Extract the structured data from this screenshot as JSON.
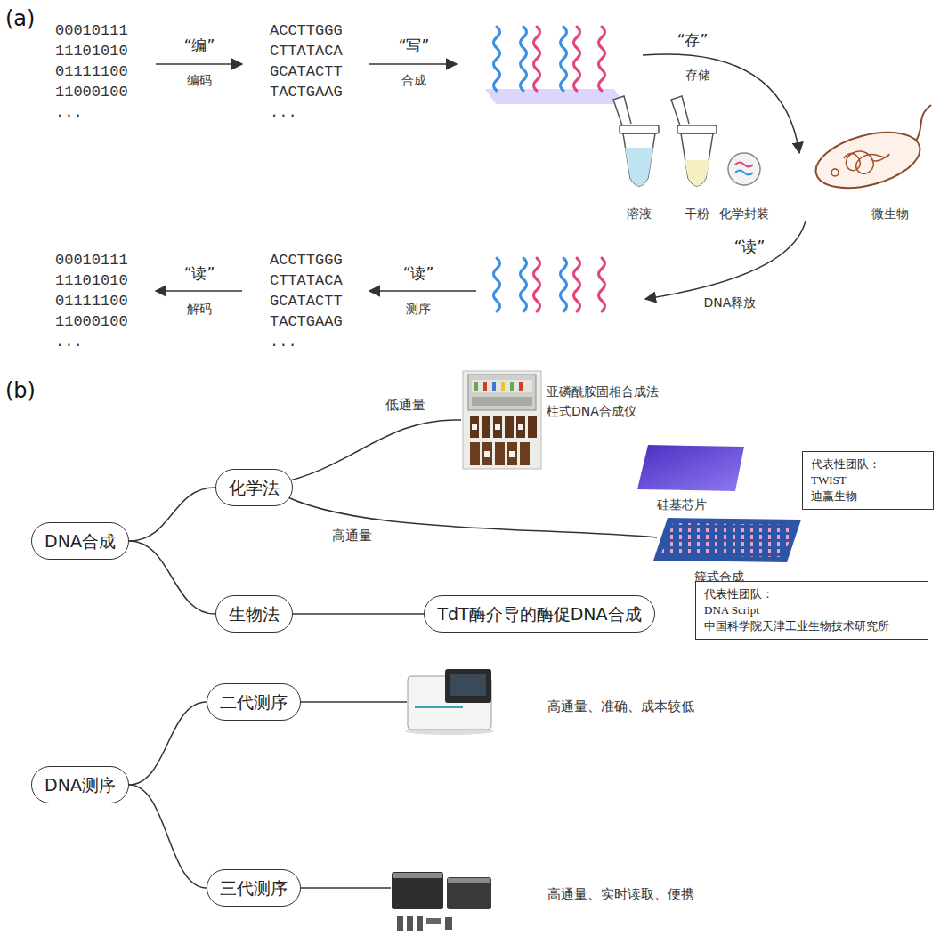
{
  "diagram": {
    "nodes": [
      {
        "text": [
          "DNA合成"
        ]
      },
      {
        "text": [
          "化学法"
        ]
      },
      {
        "text": [
          "代表性团队：",
          "TWIST",
          "迪赢生物"
        ]
      },
      {
        "text": [
          "生物法"
        ]
      },
      {
        "text": [
          "TdT酶介导的酶促DNA合成"
        ]
      },
      {
        "text": [
          "代表性团队：",
          "DNA Script",
          "中国科学院天津工业生物技术研究所"
        ]
      },
      {
        "text": [
          "DNA测序"
        ]
      },
      {
        "text": [
          "二代测序"
        ]
      },
      {
        "text": [
          "三代测序"
        ]
      }
    ],
    "edges": [
      {
        "from": 0,
        "to": 1,
        "arrow": "none"
      },
      {
        "from": 0,
        "to": 3,
        "arrow": "none"
      },
      {
        "from": 3,
        "to": 4,
        "arrow": "none"
      },
      {
        "from": 6,
        "to": 7,
        "arrow": "none"
      },
      {
        "from": 6,
        "to": 8,
        "arrow": "none"
      }
    ],
    "labels": [
      "(a)",
      "00010111",
      "11101010",
      "01111100",
      "11000100",
      "...",
      "“编”",
      "编码",
      "ACCTTGGG",
      "CTTATACA",
      "GCATACTT",
      "TACTGAAG",
      "...",
      "“写”",
      "合成",
      "“存”",
      "存储",
      "溶液",
      "干粉",
      "化学封装",
      "微生物",
      "“读”",
      "DNA释放",
      "00010111",
      "11101010",
      "01111100",
      "11000100",
      "...",
      "“读”",
      "解码",
      "ACCTTGGG",
      "CTTATACA",
      "GCATACTT",
      "TACTGAAG",
      "...",
      "“读”",
      "测序",
      "(b)",
      "亚磷酰胺固相合成法",
      "柱式DNA合成仪",
      "低通量",
      "硅基芯片",
      "高通量",
      "簇式合成",
      "高通量、准确、成本较低",
      "高通量、实时读取、便携"
    ]
  }
}
